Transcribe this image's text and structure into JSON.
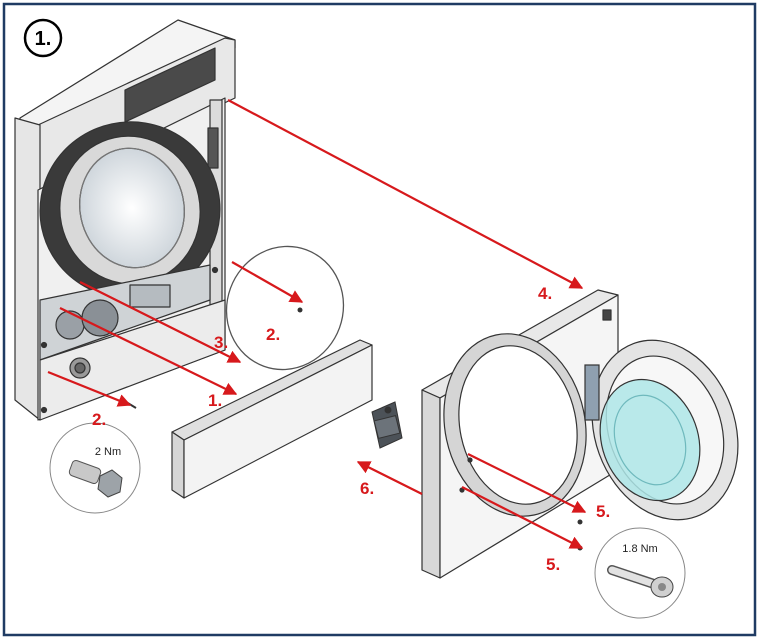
{
  "step": {
    "number": "1."
  },
  "labels": {
    "l1": "1.",
    "l2a": "2.",
    "l2b": "2.",
    "l3": "3.",
    "l4": "4.",
    "l5a": "5.",
    "l5b": "5.",
    "l6": "6."
  },
  "torque": {
    "small_screw": "2 Nm",
    "door_screw": "1.8 Nm"
  },
  "colors": {
    "frame": "#1f3b63",
    "arrow": "#d7191c",
    "panel": "#f2f2f2",
    "outline": "#333333",
    "glass": "#aee6e8"
  }
}
